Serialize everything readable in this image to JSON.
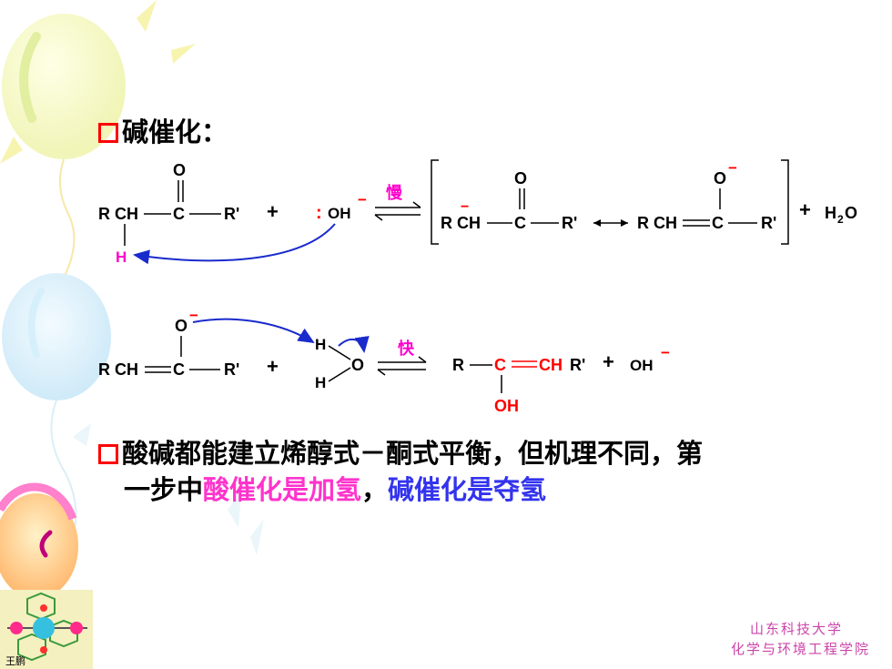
{
  "heading_base": "碱催化：",
  "reaction1": {
    "reactant_R": "R",
    "reactant_CH": "CH",
    "reactant_C": "C",
    "reactant_O": "O",
    "reactant_Rp": "R'",
    "alpha_H": "H",
    "plus1": "+",
    "lone_pair": ":",
    "hydroxide": "OH",
    "charge_minus": "−",
    "slow_label": "慢",
    "bracket_R": "R",
    "bracket_CH": "CH",
    "bracket_C": "C",
    "bracket_O": "O",
    "bracket_Rp": "R'",
    "enolate_R": "R",
    "enolate_CH": "CH",
    "enolate_C": "C",
    "enolate_O": "O",
    "enolate_Rp": "R'",
    "plus2": "+",
    "water_H": "H",
    "water_sub": "2",
    "water_O": "O"
  },
  "reaction2": {
    "enolate_O": "O",
    "enolate_R": "R",
    "enolate_CH": "CH",
    "enolate_C": "C",
    "enolate_Rp": "R'",
    "plus1": "+",
    "water_H1": "H",
    "water_H2": "H",
    "water_O": "O",
    "fast_label": "快",
    "product_R": "R",
    "product_C": "C",
    "product_CH": "CH",
    "product_Rp": "R'",
    "product_OH": "OH",
    "plus2": "+",
    "hydroxide": "OH",
    "charge_minus": "−"
  },
  "note": {
    "part1": "酸碱都能建立烯醇式－酮式平衡，但机理不同，第",
    "part2": "一步中",
    "part3_acid": "酸催化是加氢",
    "part4": "，",
    "part5_base": "碱催化是夺氢"
  },
  "footer": {
    "line1": "山东科技大学",
    "line2": "化学与环境工程学院"
  },
  "logo_text": "王鹏",
  "colors": {
    "red": "#ff0000",
    "magenta": "#ff00cc",
    "blue": "#1a2bcc",
    "footer": "#cc44aa"
  }
}
